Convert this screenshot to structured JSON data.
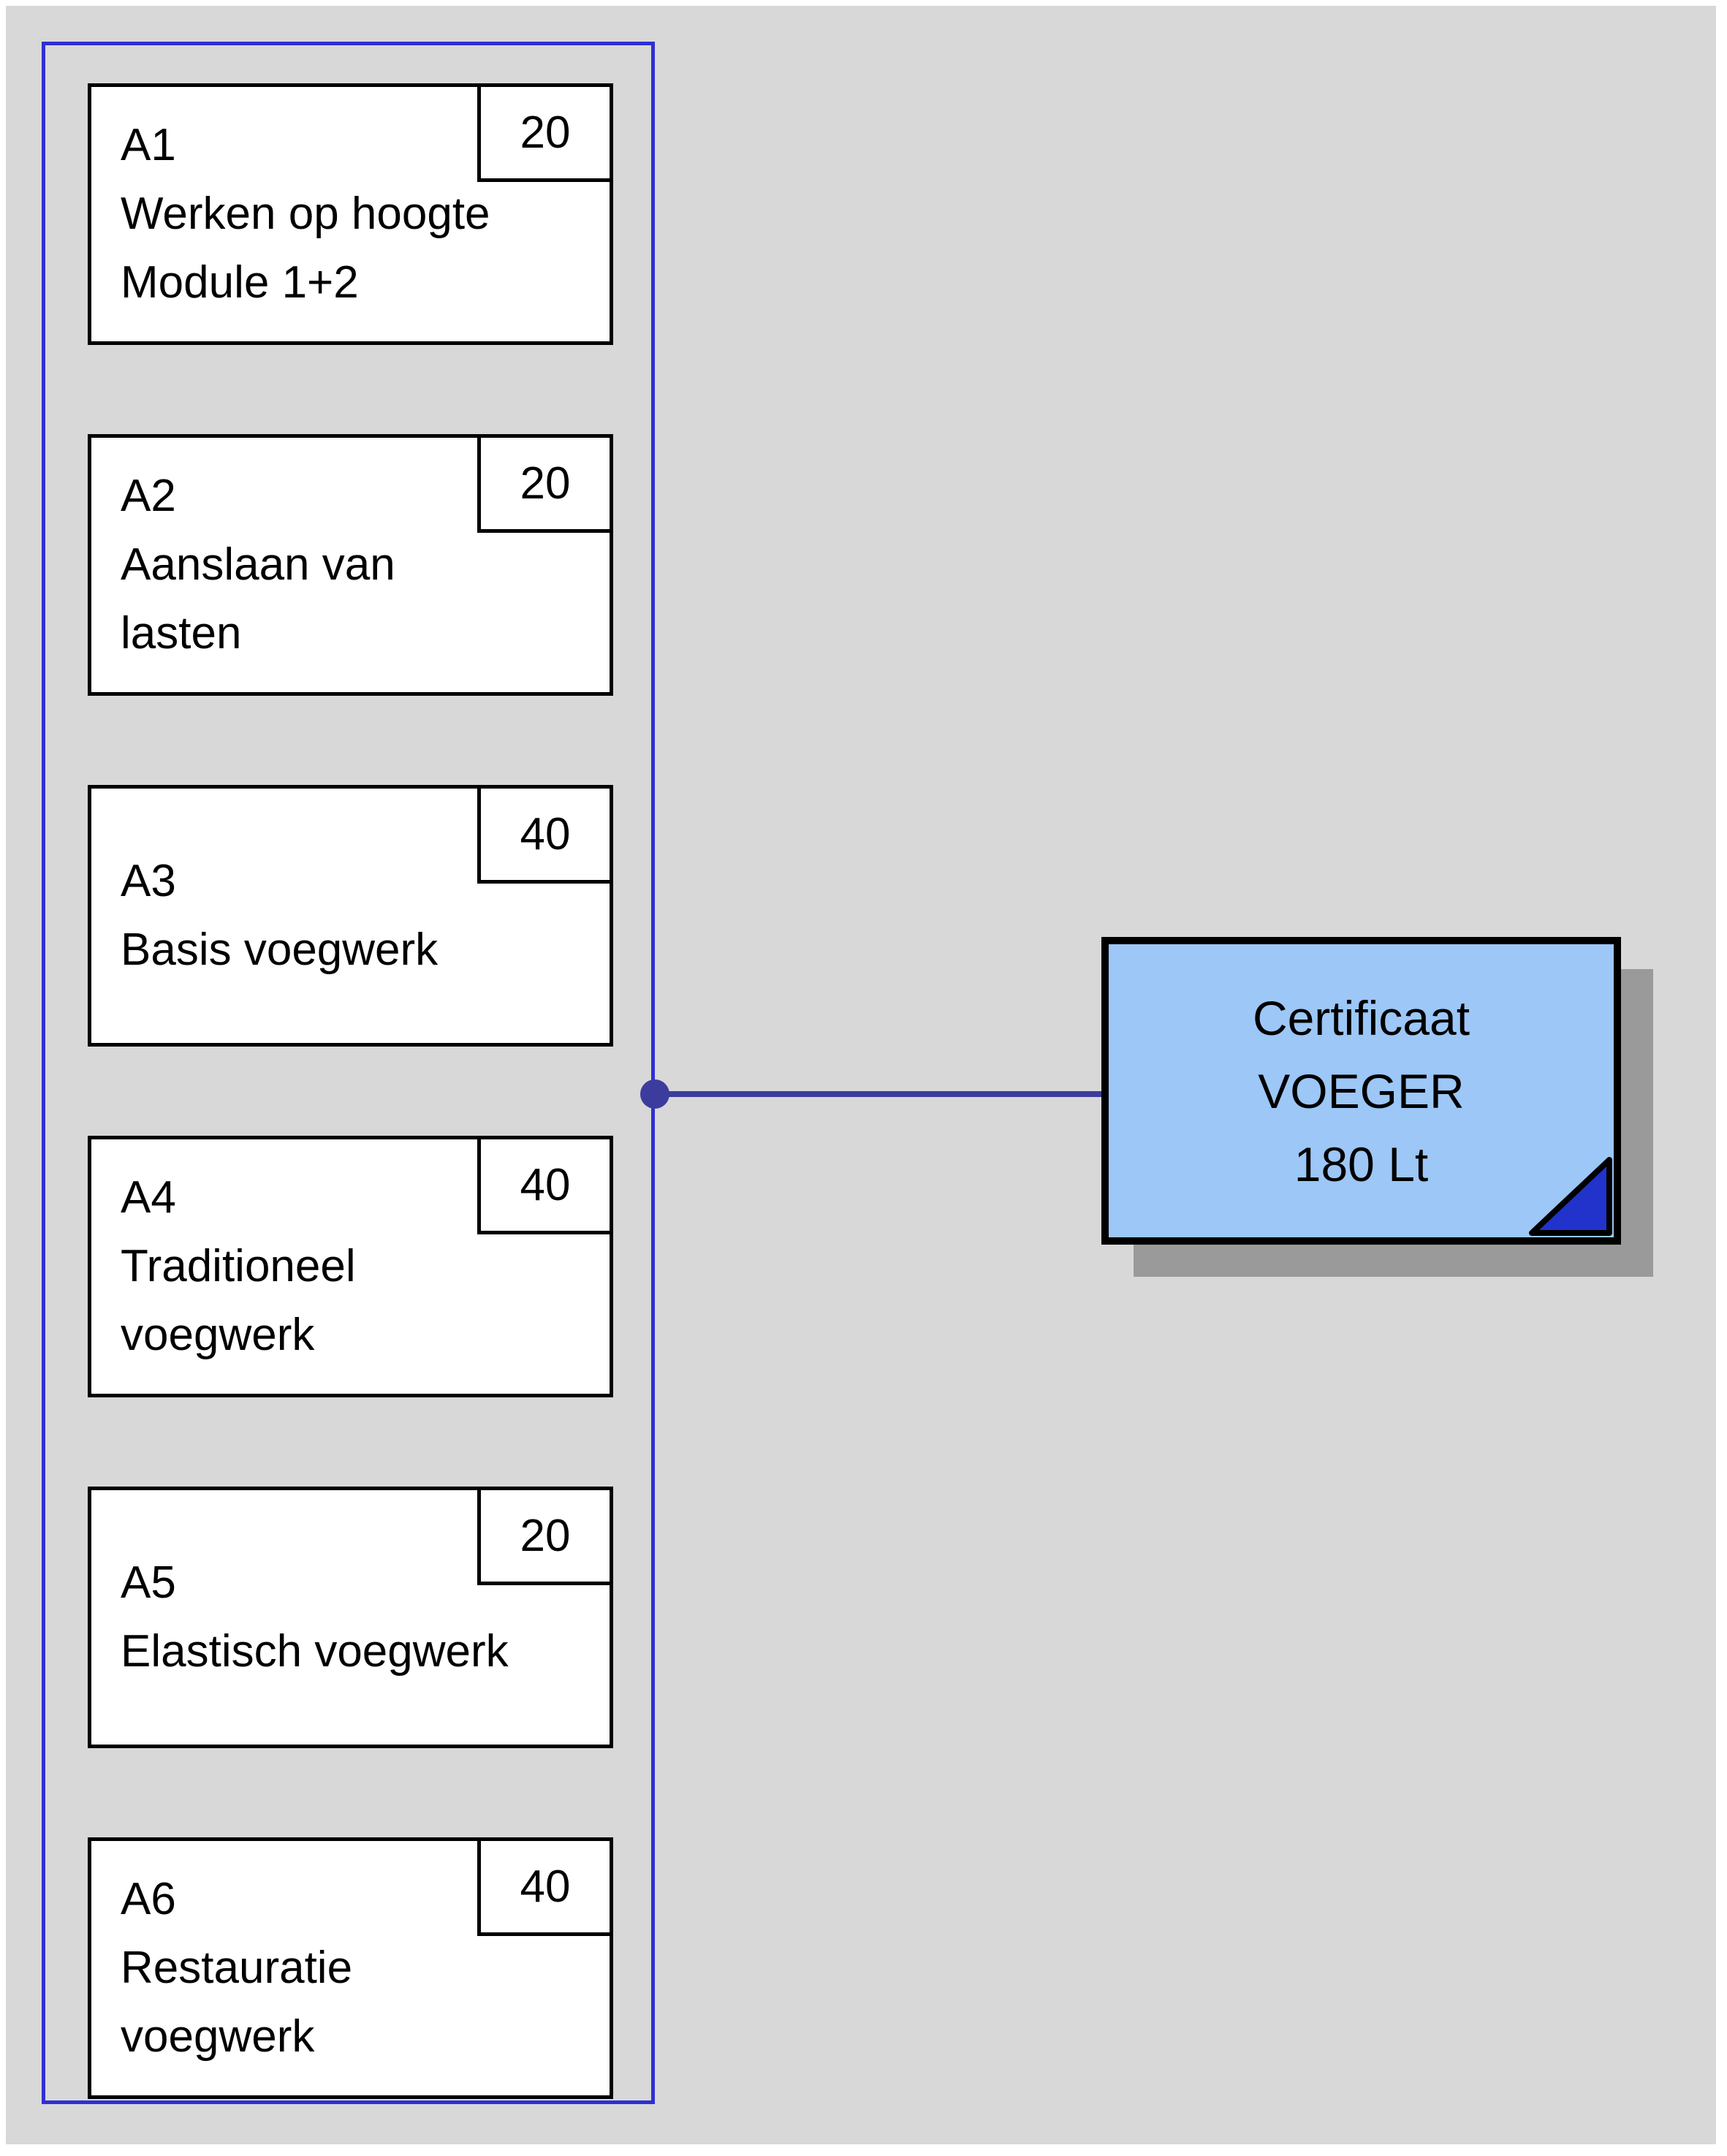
{
  "modules": [
    {
      "id": "A1",
      "title": "Werken op hoogte\nModule 1+2",
      "hours": "20"
    },
    {
      "id": "A2",
      "title": "Aanslaan van\nlasten",
      "hours": "20"
    },
    {
      "id": "A3",
      "title": "Basis voegwerk",
      "hours": "40"
    },
    {
      "id": "A4",
      "title": "Traditioneel\nvoegwerk",
      "hours": "40"
    },
    {
      "id": "A5",
      "title": "Elastisch voegwerk",
      "hours": "20"
    },
    {
      "id": "A6",
      "title": "Restauratie\nvoegwerk",
      "hours": "40"
    }
  ],
  "certificate": {
    "text": "Certificaat\nVOEGER\n180 Lt"
  },
  "colors": {
    "background": "#d8d8d8",
    "frame_border": "#2f2fd3",
    "connector": "#3c3c9e",
    "box_fill": "#ffffff",
    "box_border": "#000000",
    "certificate_fill": "#9cc7f7",
    "certificate_border": "#000000",
    "fold_fill": "#2233cc",
    "shadow": "#9a9a9a"
  }
}
